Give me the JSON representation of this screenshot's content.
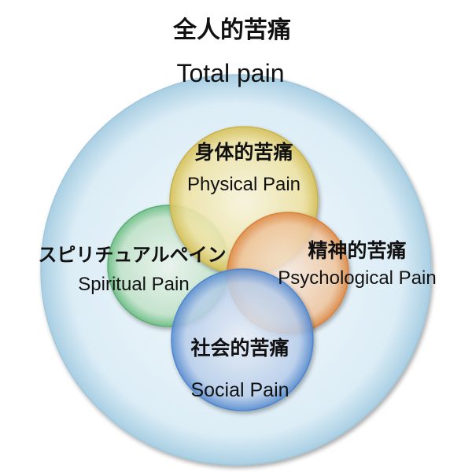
{
  "title": {
    "jp": "全人的苦痛",
    "en": "Total pain"
  },
  "circles": [
    {
      "id": "physical",
      "jp": "身体的苦痛",
      "en": "Physical Pain",
      "color": "#f2e391"
    },
    {
      "id": "psychological",
      "jp": "精神的苦痛",
      "en": "Psychological Pain",
      "color": "#f5b27c"
    },
    {
      "id": "spiritual",
      "jp": "スピリチュアルペイン",
      "en": "Spiritual Pain",
      "color": "#a9dcb5"
    },
    {
      "id": "social",
      "jp": "社会的苦痛",
      "en": "Social Pain",
      "color": "#8fb6ea"
    }
  ],
  "outer_color": "#cfe6f2"
}
